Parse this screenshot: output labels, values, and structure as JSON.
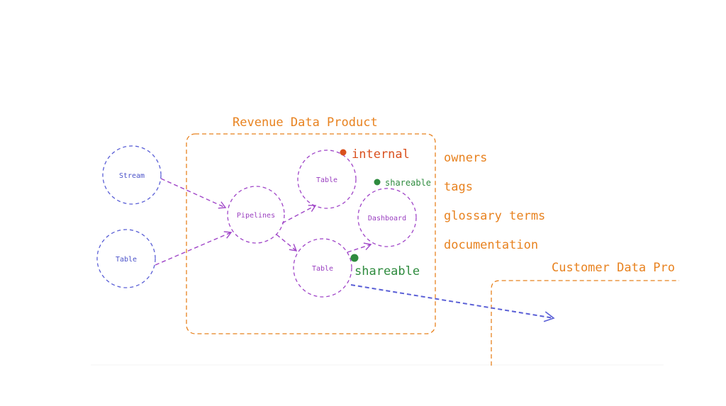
{
  "colors": {
    "orange": "#e8821f",
    "blue": "#5a5fd6",
    "purple": "#a046c8",
    "node_purple_text": "#9a3fc0",
    "node_blue_text": "#4b52c9",
    "red": "#d9501e",
    "green": "#2e8b3e"
  },
  "product_title": "Revenue Data Product",
  "external_product_title": "Customer Data Pro",
  "nodes": {
    "stream": "Stream",
    "source_table": "Table",
    "pipelines": "Pipelines",
    "table_top": "Table",
    "table_bottom": "Table",
    "dashboard": "Dashboard"
  },
  "markers": {
    "internal": "internal",
    "shareable_small": "shareable",
    "shareable_large": "shareable"
  },
  "metadata_labels": [
    "owners",
    "tags",
    "glossary terms",
    "documentation"
  ]
}
